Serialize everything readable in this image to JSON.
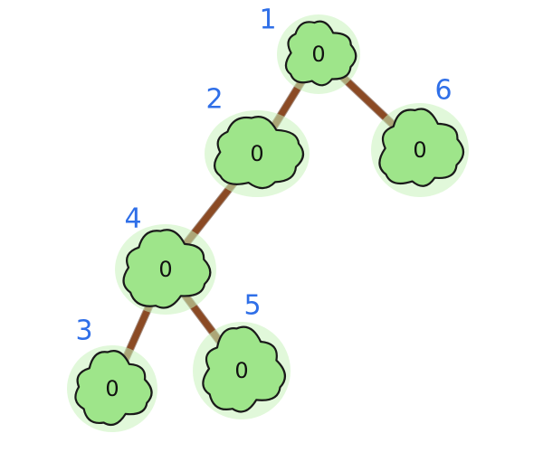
{
  "diagram": {
    "type": "binary-tree",
    "nodes": [
      {
        "id": "1",
        "index_label": "1",
        "value": "0"
      },
      {
        "id": "2",
        "index_label": "2",
        "value": "0"
      },
      {
        "id": "6",
        "index_label": "6",
        "value": "0"
      },
      {
        "id": "4",
        "index_label": "4",
        "value": "0"
      },
      {
        "id": "3",
        "index_label": "3",
        "value": "0"
      },
      {
        "id": "5",
        "index_label": "5",
        "value": "0"
      }
    ],
    "edges": [
      {
        "from": "1",
        "to": "2"
      },
      {
        "from": "1",
        "to": "6"
      },
      {
        "from": "2",
        "to": "4"
      },
      {
        "from": "4",
        "to": "3"
      },
      {
        "from": "4",
        "to": "5"
      }
    ],
    "colors": {
      "foliage": "#9ee58a",
      "branch": "#8b4a24",
      "index_label": "#2f6fe8",
      "value_text": "#111111"
    }
  }
}
